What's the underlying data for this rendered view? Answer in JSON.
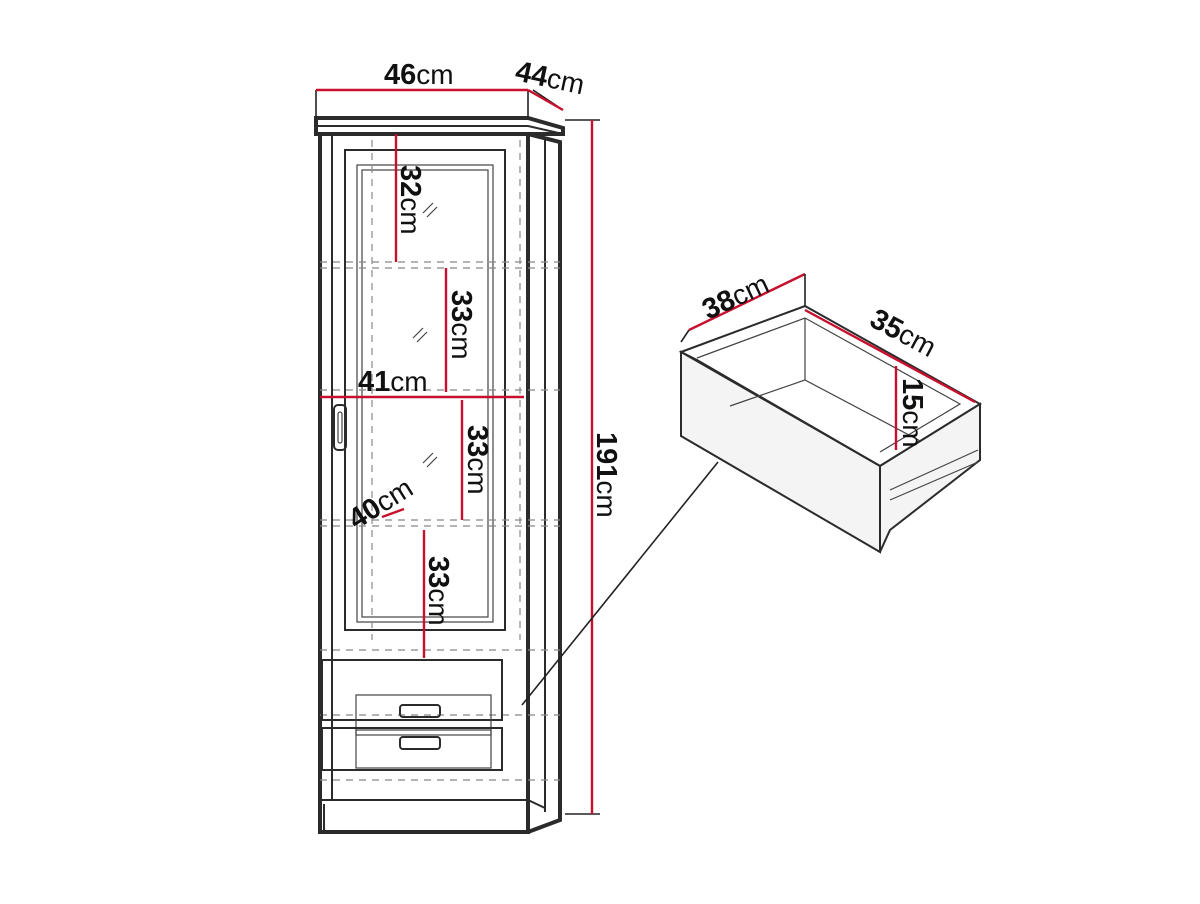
{
  "dimensions": [
    {
      "id": "cabinet_width",
      "value": "46",
      "unit": "cm"
    },
    {
      "id": "cabinet_depth",
      "value": "44",
      "unit": "cm"
    },
    {
      "id": "cabinet_height",
      "value": "191",
      "unit": "cm"
    },
    {
      "id": "shelf_1_height",
      "value": "32",
      "unit": "cm"
    },
    {
      "id": "shelf_2_height",
      "value": "33",
      "unit": "cm"
    },
    {
      "id": "shelf_3_height",
      "value": "33",
      "unit": "cm"
    },
    {
      "id": "shelf_4_height",
      "value": "33",
      "unit": "cm"
    },
    {
      "id": "shelf_width",
      "value": "41",
      "unit": "cm"
    },
    {
      "id": "shelf_depth",
      "value": "40",
      "unit": "cm"
    },
    {
      "id": "drawer_width",
      "value": "38",
      "unit": "cm"
    },
    {
      "id": "drawer_depth",
      "value": "35",
      "unit": "cm"
    },
    {
      "id": "drawer_height",
      "value": "15",
      "unit": "cm"
    }
  ],
  "colors": {
    "dimension_line": "#c8102e",
    "outline": "#2b2b2b",
    "background": "#ffffff"
  }
}
